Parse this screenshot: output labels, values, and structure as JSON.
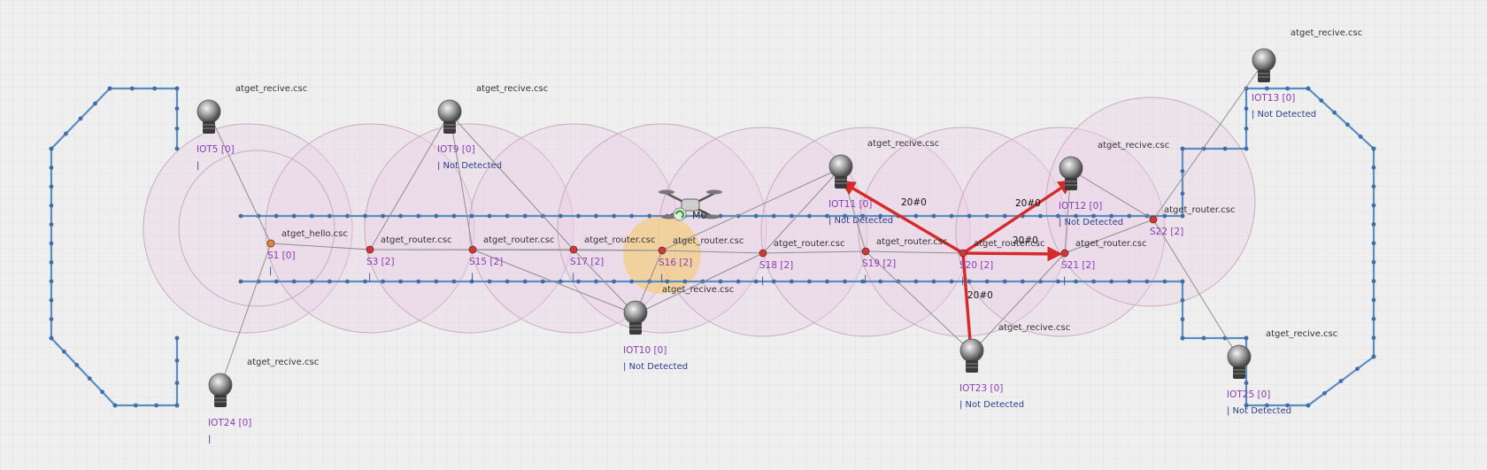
{
  "colors": {
    "background": "#efefef",
    "grid": "#dcdcdc",
    "path": "#5b8ec0",
    "path_dot": "#3f6fa8",
    "range_fill": "#ead0e4",
    "range_stroke": "#c9aac0",
    "link": "#8f8f8f",
    "active_link": "#d42a2a",
    "sink_node": "#d98a3a",
    "router_node": "#cc3a3a",
    "drone_halo": "#f3cf86",
    "node_id": "#8a3cb8",
    "status": "#2a3f8f"
  },
  "sinks": [
    {
      "id": "S1 [0]",
      "app": "atget_hello.csc",
      "icon": "sink-node-icon"
    },
    {
      "id": "S3 [2]",
      "app": "atget_router.csc",
      "icon": "router-node-icon"
    },
    {
      "id": "S15 [2]",
      "app": "atget_router.csc",
      "icon": "router-node-icon"
    },
    {
      "id": "S17 [2]",
      "app": "atget_router.csc",
      "icon": "router-node-icon"
    },
    {
      "id": "S16 [2]",
      "app": "atget_router.csc",
      "icon": "router-node-icon"
    },
    {
      "id": "S18 [2]",
      "app": "atget_router.csc",
      "icon": "router-node-icon"
    },
    {
      "id": "S19 [2]",
      "app": "atget_router.csc",
      "icon": "router-node-icon"
    },
    {
      "id": "S20 [2]",
      "app": "atget_router.csc",
      "icon": "router-node-icon"
    },
    {
      "id": "S21 [2]",
      "app": "atget_router.csc",
      "icon": "router-node-icon"
    },
    {
      "id": "S22 [2]",
      "app": "atget_router.csc",
      "icon": "router-node-icon"
    }
  ],
  "iot": [
    {
      "id": "IOT5 [0]",
      "app": "atget_recive.csc",
      "status": "|"
    },
    {
      "id": "IOT9 [0]",
      "app": "atget_recive.csc",
      "status": "| Not Detected"
    },
    {
      "id": "IOT11 [0]",
      "app": "atget_recive.csc",
      "status": "| Not Detected"
    },
    {
      "id": "IOT12 [0]",
      "app": "atget_recive.csc",
      "status": "| Not Detected"
    },
    {
      "id": "IOT13 [0]",
      "app": "atget_recive.csc",
      "status": "| Not Detected"
    },
    {
      "id": "IOT10 [0]",
      "app": "atget_recive.csc",
      "status": "| Not Detected"
    },
    {
      "id": "IOT23 [0]",
      "app": "atget_recive.csc",
      "status": "| Not Detected"
    },
    {
      "id": "IOT25 [0]",
      "app": "atget_recive.csc",
      "status": "| Not Detected"
    },
    {
      "id": "IOT24 [0]",
      "app": "atget_recive.csc",
      "status": "|"
    }
  ],
  "drone": {
    "id": "M0",
    "icon": "drone-icon"
  },
  "message_labels": [
    "20#0",
    "20#0",
    "20#0",
    "20#0"
  ],
  "router_ticks": [
    "|",
    "|",
    "|",
    "|",
    "|",
    "|",
    "|",
    "|",
    "|"
  ]
}
